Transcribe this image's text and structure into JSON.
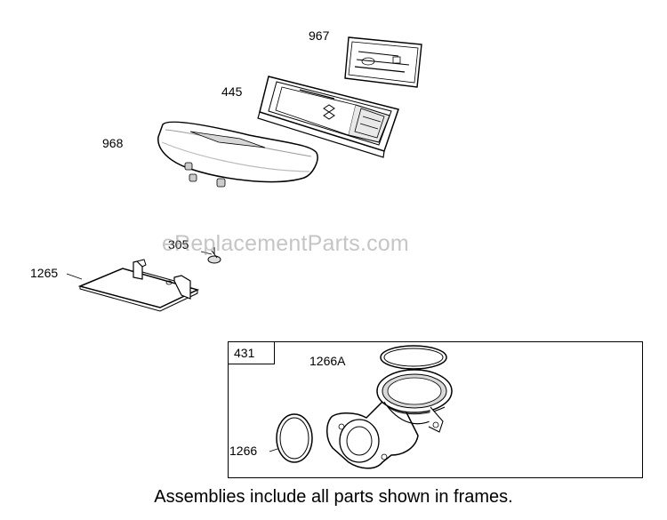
{
  "callouts": {
    "p967": "967",
    "p445": "445",
    "p968": "968",
    "p305": "305",
    "p1265": "1265",
    "p1266a": "1266A",
    "p1266": "1266"
  },
  "frame": {
    "label": "431"
  },
  "watermark": "eReplacementParts.com",
  "footer_note": "Assemblies include all parts shown in frames.",
  "colors": {
    "line": "#000000",
    "shade": "#bdbdbd",
    "watermark": "#969696"
  }
}
